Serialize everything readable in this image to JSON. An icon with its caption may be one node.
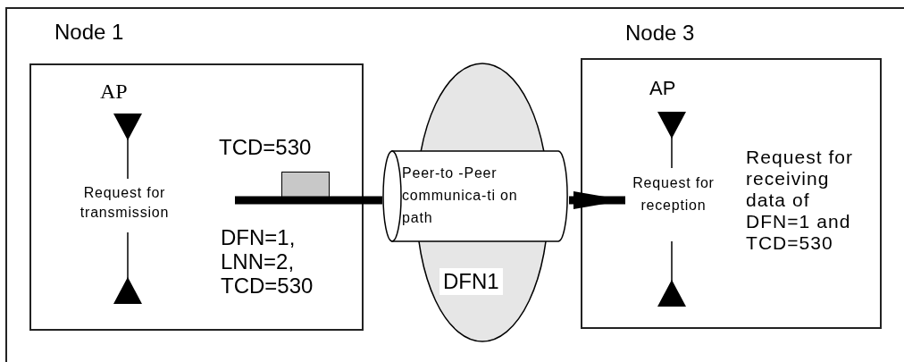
{
  "diagram": {
    "nodes": [
      {
        "text": [
          "Node 1"
        ]
      },
      {
        "text": [
          "Request for transmission"
        ],
        "in": 0
      },
      {
        "text": [],
        "shape": "box",
        "in": 0
      },
      {
        "text": [
          "DFN1"
        ]
      },
      {
        "text": [
          "Peer-to -Peer communica-ti on path"
        ]
      },
      {
        "text": [
          "Node 3"
        ]
      },
      {
        "text": [
          "Request for reception"
        ],
        "in": 5
      }
    ],
    "edges": [
      {
        "from": null,
        "to": 4,
        "arrow": "none"
      },
      {
        "from": 4,
        "to": 6,
        "arrow": "to"
      }
    ],
    "labels": [
      "AP",
      "TCD=530",
      "DFN=1, LNN=2, TCD=530",
      "AP",
      "Request for receiving data of DFN=1 and TCD=530"
    ]
  }
}
